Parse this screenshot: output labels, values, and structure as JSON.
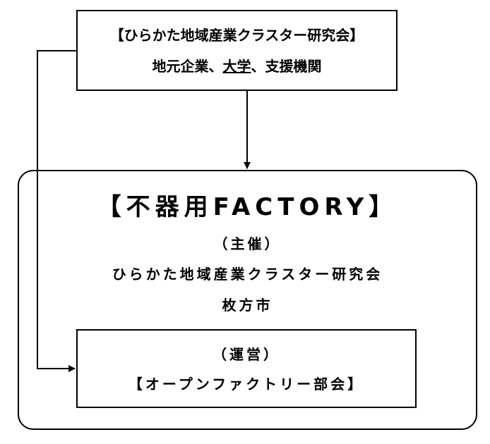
{
  "top_box": {
    "title": "【ひらかた地域産業クラスター研究会】",
    "members_prefix": "地元企業、",
    "members_university": "大学",
    "members_suffix": "、支援機関"
  },
  "main_box": {
    "title": "【不器用FACTORY】",
    "host_label": "（主催）",
    "host_org1": "ひらかた地域産業クラスター研究会",
    "host_org2": "枚方市"
  },
  "inner_box": {
    "operation_label": "（運営）",
    "operation_org": "【オープンファクトリー部会】"
  }
}
